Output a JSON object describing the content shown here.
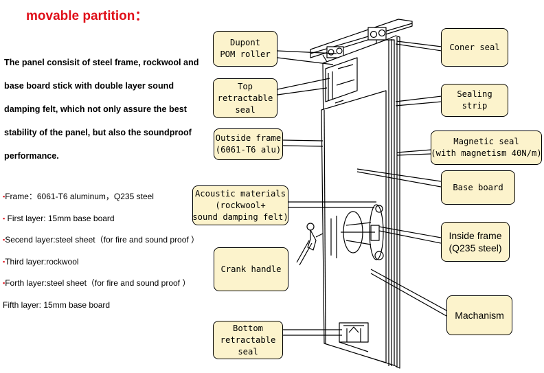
{
  "title": "movable partition：",
  "description": [
    "The panel consisit of steel frame, rockwool and",
    "base board stick with double layer sound",
    "damping felt, which not only assure the best",
    "stability of the panel, but also the soundproof",
    "performance."
  ],
  "layers": [
    {
      "bullet": "▪",
      "text": "Frame：6061-T6 aluminum，Q235 steel"
    },
    {
      "bullet": "▪",
      "text": " First layer: 15mm base board"
    },
    {
      "bullet": "▪",
      "text": "Secend layer:steel sheet（for fire and sound proof ）"
    },
    {
      "bullet": "▪",
      "text": "Third layer:rockwool"
    },
    {
      "bullet": "▪",
      "text": "Forth layer:steel sheet（for fire and sound proof ）"
    },
    {
      "bullet": "",
      "text": "Fifth layer: 15mm base board"
    }
  ],
  "callouts": {
    "dupont_roller": [
      "Dupont",
      "POM roller"
    ],
    "top_seal": [
      "Top",
      "retractable",
      "seal"
    ],
    "outside_frame": [
      "Outside frame",
      "(6061-T6 alu)"
    ],
    "acoustic": [
      "Acoustic materials",
      "(rockwool+",
      "sound damping felt)"
    ],
    "crank_handle": [
      "Crank handle"
    ],
    "bottom_seal": [
      "Bottom",
      "retractable",
      "seal"
    ],
    "corner_seal": [
      "Coner seal"
    ],
    "sealing_strip": [
      "Sealing",
      "strip"
    ],
    "magnetic_seal": [
      "Magnetic seal",
      "(with magnetism 40N/m)"
    ],
    "base_board": [
      "Base board"
    ],
    "inside_frame": [
      "Inside frame",
      "(Q235 steel)"
    ],
    "mechanism": [
      "Machanism"
    ]
  },
  "colors": {
    "title": "#e0101a",
    "callout_fill": "#fcf3cc",
    "bullet": "#e0101a"
  }
}
